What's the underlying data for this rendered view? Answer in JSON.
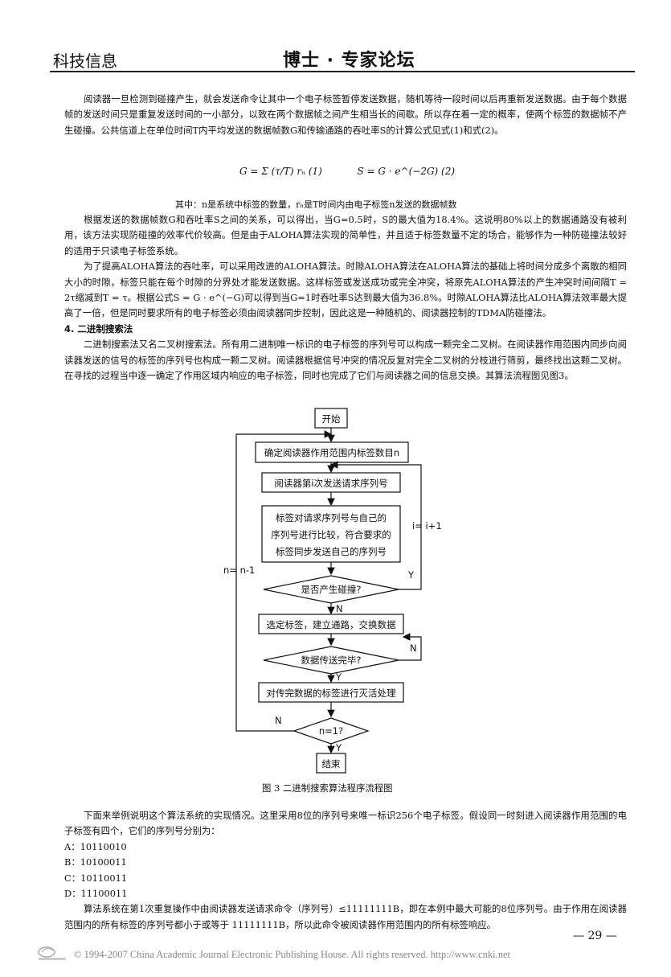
{
  "header": {
    "journal": "科技信息",
    "column": "博士 · 专家论坛"
  },
  "body": {
    "p1": "阅读器一旦检测到碰撞产生，就会发送命令让其中一个电子标签暂停发送数据，随机等待一段时间以后再重新发送数据。由于每个数据帧的发送时间只是重复发送时间的一小部分，以致在两个数据帧之间产生相当长的间歇。所以存在着一定的概率，使两个标签的数据帧不产生碰撞。公共信道上在单位时间T内平均发送的数据帧数G和传输通路的吞吐率S的计算公式见式(1)和式(2)。",
    "formula1": "G = Σ (τ/T) rₙ   (1)",
    "formula2": "S = G · e^(−2G)   (2)",
    "formula_note": "其中：n是系统中标签的数量，rₙ是T时间内由电子标签n发送的数据帧数",
    "p2": "根据发送的数据帧数G和吞吐率S之间的关系，可以得出，当G=0.5时，S的最大值为18.4%。这说明80%以上的数据通路没有被利用，该方法实现防碰撞的效率代价较高。但是由于ALOHA算法实现的简单性，并且适于标签数量不定的场合，能够作为一种防碰撞法较好的适用于只读电子标签系统。",
    "p3": "为了提高ALOHA算法的吞吐率，可以采用改进的ALOHA算法。时隙ALOHA算法在ALOHA算法的基础上将时间分成多个离散的相同大小的时隙，标签只能在每个时隙的分界处才能发送数据。这样标签或发送成功或完全冲突，将原先ALOHA算法的产生冲突时间间隔T = 2τ缩减到T = τ。根据公式S = G · e^(−G)可以得到当G=1时吞吐率S达到最大值为36.8%。时隙ALOHA算法比ALOHA算法效率最大提高了一倍，但是同时要求所有的电子标签必须由阅读器同步控制，因此这是一种随机的、阅读器控制的TDMA防碰撞法。",
    "section4": "4. 二进制搜索法",
    "p4": "二进制搜索法又名二叉树搜索法。所有用二进制唯一标识的电子标签的序列号可以构成一颗完全二叉树。在阅读器作用范围内同步向阅读器发送的信号的标签的序列号也构成一颗二叉树。阅读器根据信号冲突的情况反复对完全二叉树的分枝进行筛剪，最终找出这颗二叉树。在寻找的过程当中逐一确定了作用区域内响应的电子标签，同时也完成了它们与阅读器之间的信息交换。其算法流程图见图3。",
    "p5": "下面来举例说明这个算法系统的实现情况。这里采用8位的序列号来唯一标识256个电子标签。假设同一时刻进入阅读器作用范围的电子标签有四个，它们的序列号分别为：",
    "tags": [
      "A：10110010",
      "B：10100011",
      "C：10110011",
      "D：11100011"
    ],
    "p6": "算法系统在第1次重复操作中由阅读器发送请求命令（序列号）≤11111111B，即在本例中最大可能的8位序列号。由于作用在阅读器范围内的所有标签的序列号都小于或等于 11111111B，所以此命令被阅读器作用范围内的所有标签响应。"
  },
  "flowchart": {
    "start": "开始",
    "step1": "确定阅读器作用范围内标签数目n",
    "step2": "阅读器第i次发送请求序列号",
    "step3": [
      "标签对请求序列号与自己的",
      "序列号进行比较，符合要求的",
      "标签同步发送自己的序列号"
    ],
    "decision1": "是否产生碰撞?",
    "step4": "选定标签，建立通路，交换数据",
    "decision2": "数据传送完毕?",
    "step5": "对传完数据的标签进行灭活处理",
    "decision3": "n=1?",
    "end": "结束",
    "label_loop_i": "i= i+1",
    "label_loop_n": "n= n-1",
    "yes": "Y",
    "no": "N"
  },
  "figure_caption": "图 3  二进制搜索算法程序流程图",
  "footer": {
    "copyright": "© 1994-2007 China Academic Journal Electronic Publishing House. All rights reserved.    http://www.cnki.net",
    "page": "— 29 —"
  }
}
